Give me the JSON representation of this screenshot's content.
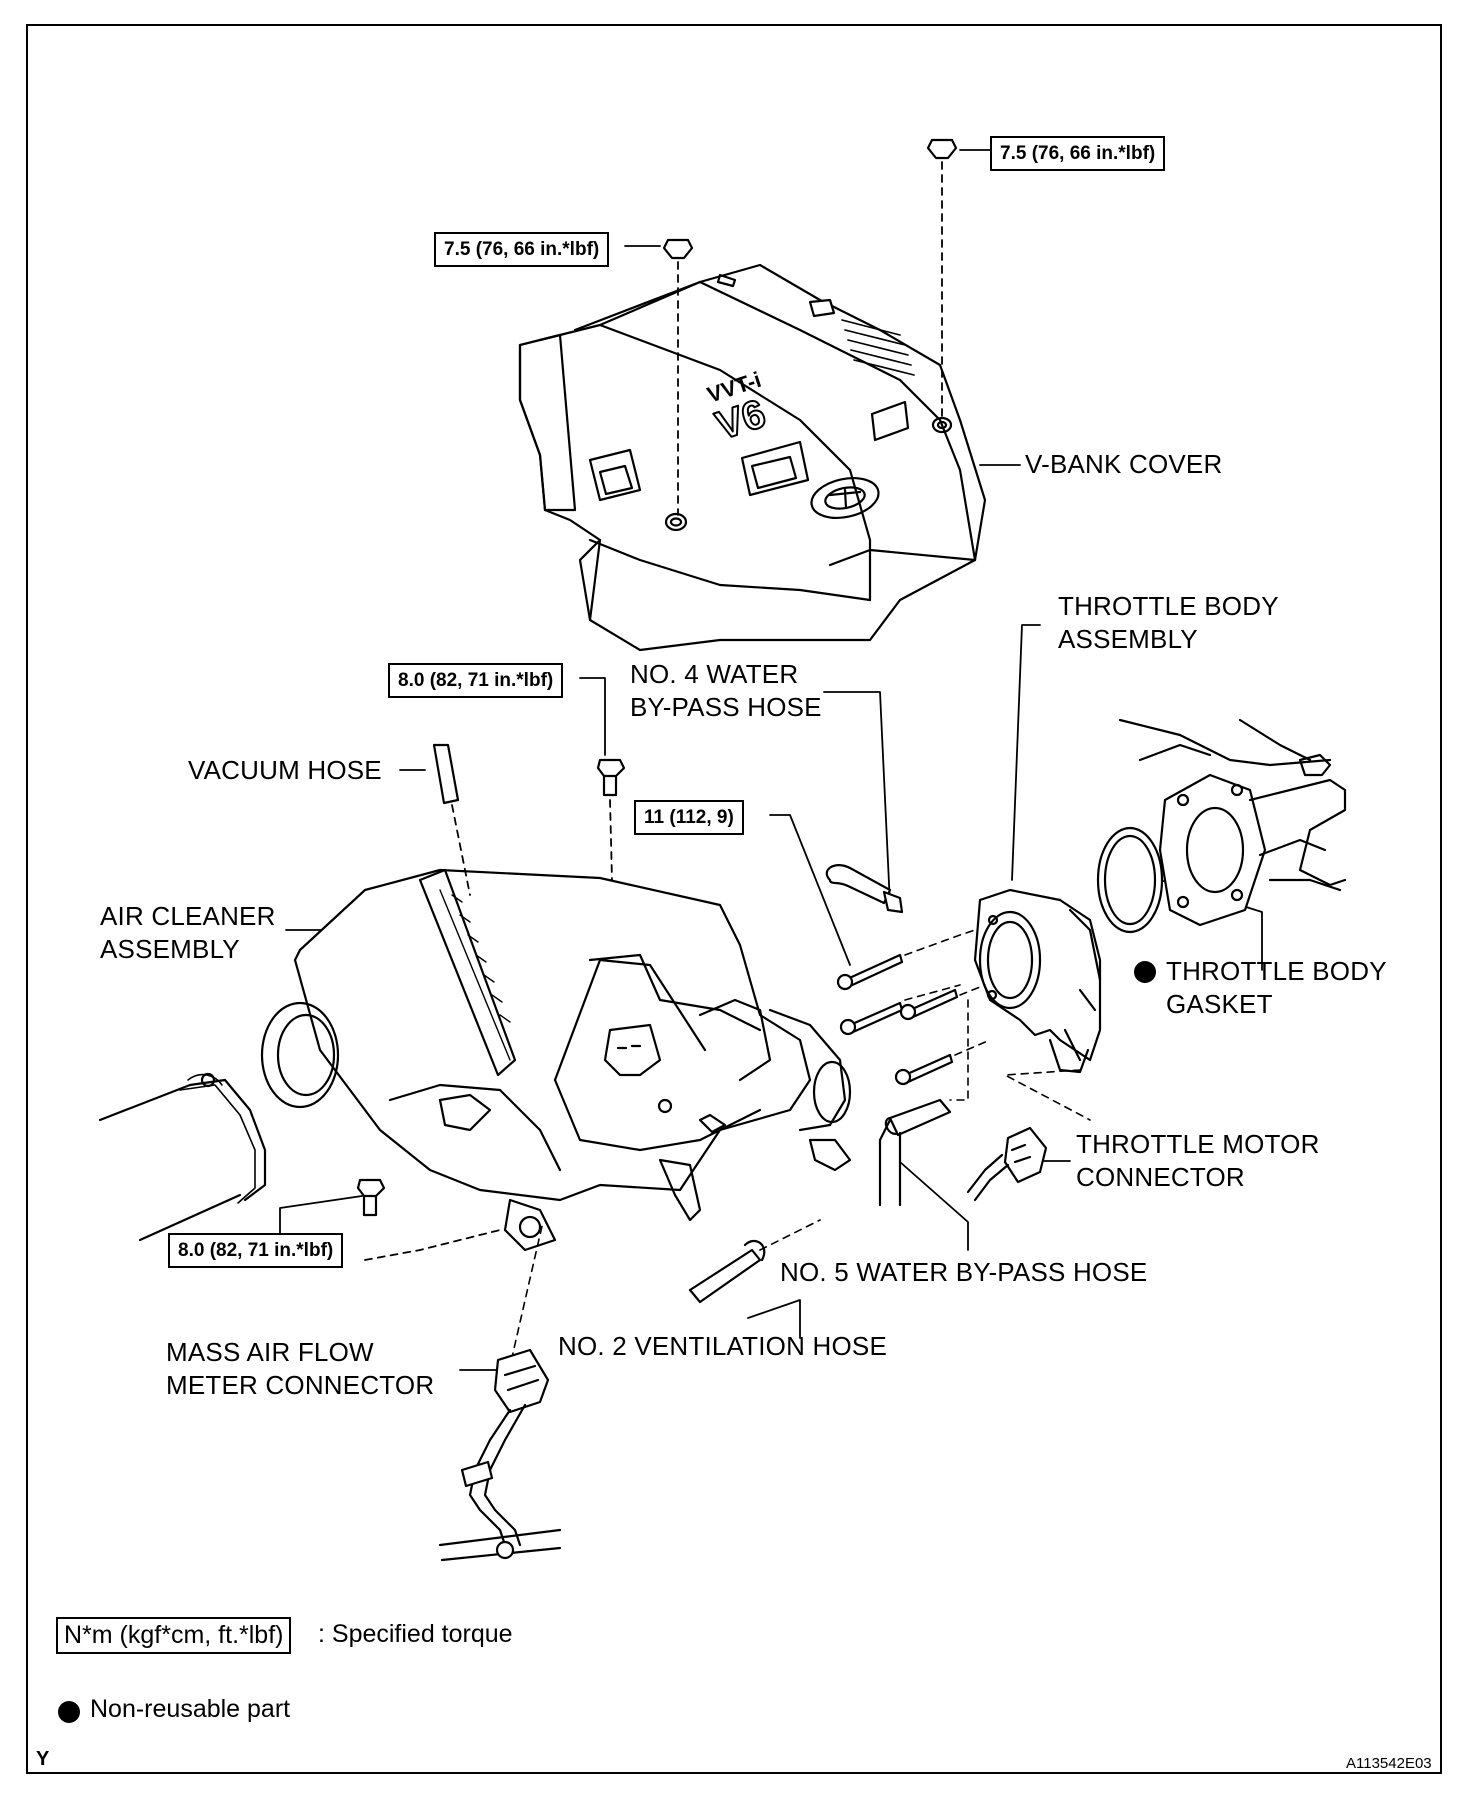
{
  "labels": {
    "v_bank_cover": "V-BANK COVER",
    "throttle_body_assembly_1": "THROTTLE BODY",
    "throttle_body_assembly_2": "ASSEMBLY",
    "no4_hose_1": "NO. 4 WATER",
    "no4_hose_2": "BY-PASS HOSE",
    "vacuum_hose": "VACUUM HOSE",
    "air_cleaner_1": "AIR CLEANER",
    "air_cleaner_2": "ASSEMBLY",
    "gasket_1": "THROTTLE BODY",
    "gasket_2": "GASKET",
    "motor_connector_1": "THROTTLE MOTOR",
    "motor_connector_2": "CONNECTOR",
    "no5_hose": "NO. 5 WATER BY-PASS HOSE",
    "no2_vent_hose": "NO. 2 VENTILATION HOSE",
    "maf_1": "MASS AIR FLOW",
    "maf_2": "METER CONNECTOR",
    "cover_emblem_1": "VVT-i",
    "cover_emblem_2": "V6"
  },
  "torques": {
    "cover_right": "7.5 (76, 66 in.*lbf)",
    "cover_left": "7.5 (76, 66 in.*lbf)",
    "air_cleaner_top": "8.0 (82, 71 in.*lbf)",
    "throttle_bolts": "11 (112, 9)",
    "air_cleaner_bottom": "8.0 (82, 71 in.*lbf)"
  },
  "legend": {
    "torque_box": "N*m (kgf*cm, ft.*lbf)",
    "torque_desc": ": Specified torque",
    "nonreusable": "Non-reusable part"
  },
  "corner_left": "Y",
  "figure_id": "A113542E03"
}
